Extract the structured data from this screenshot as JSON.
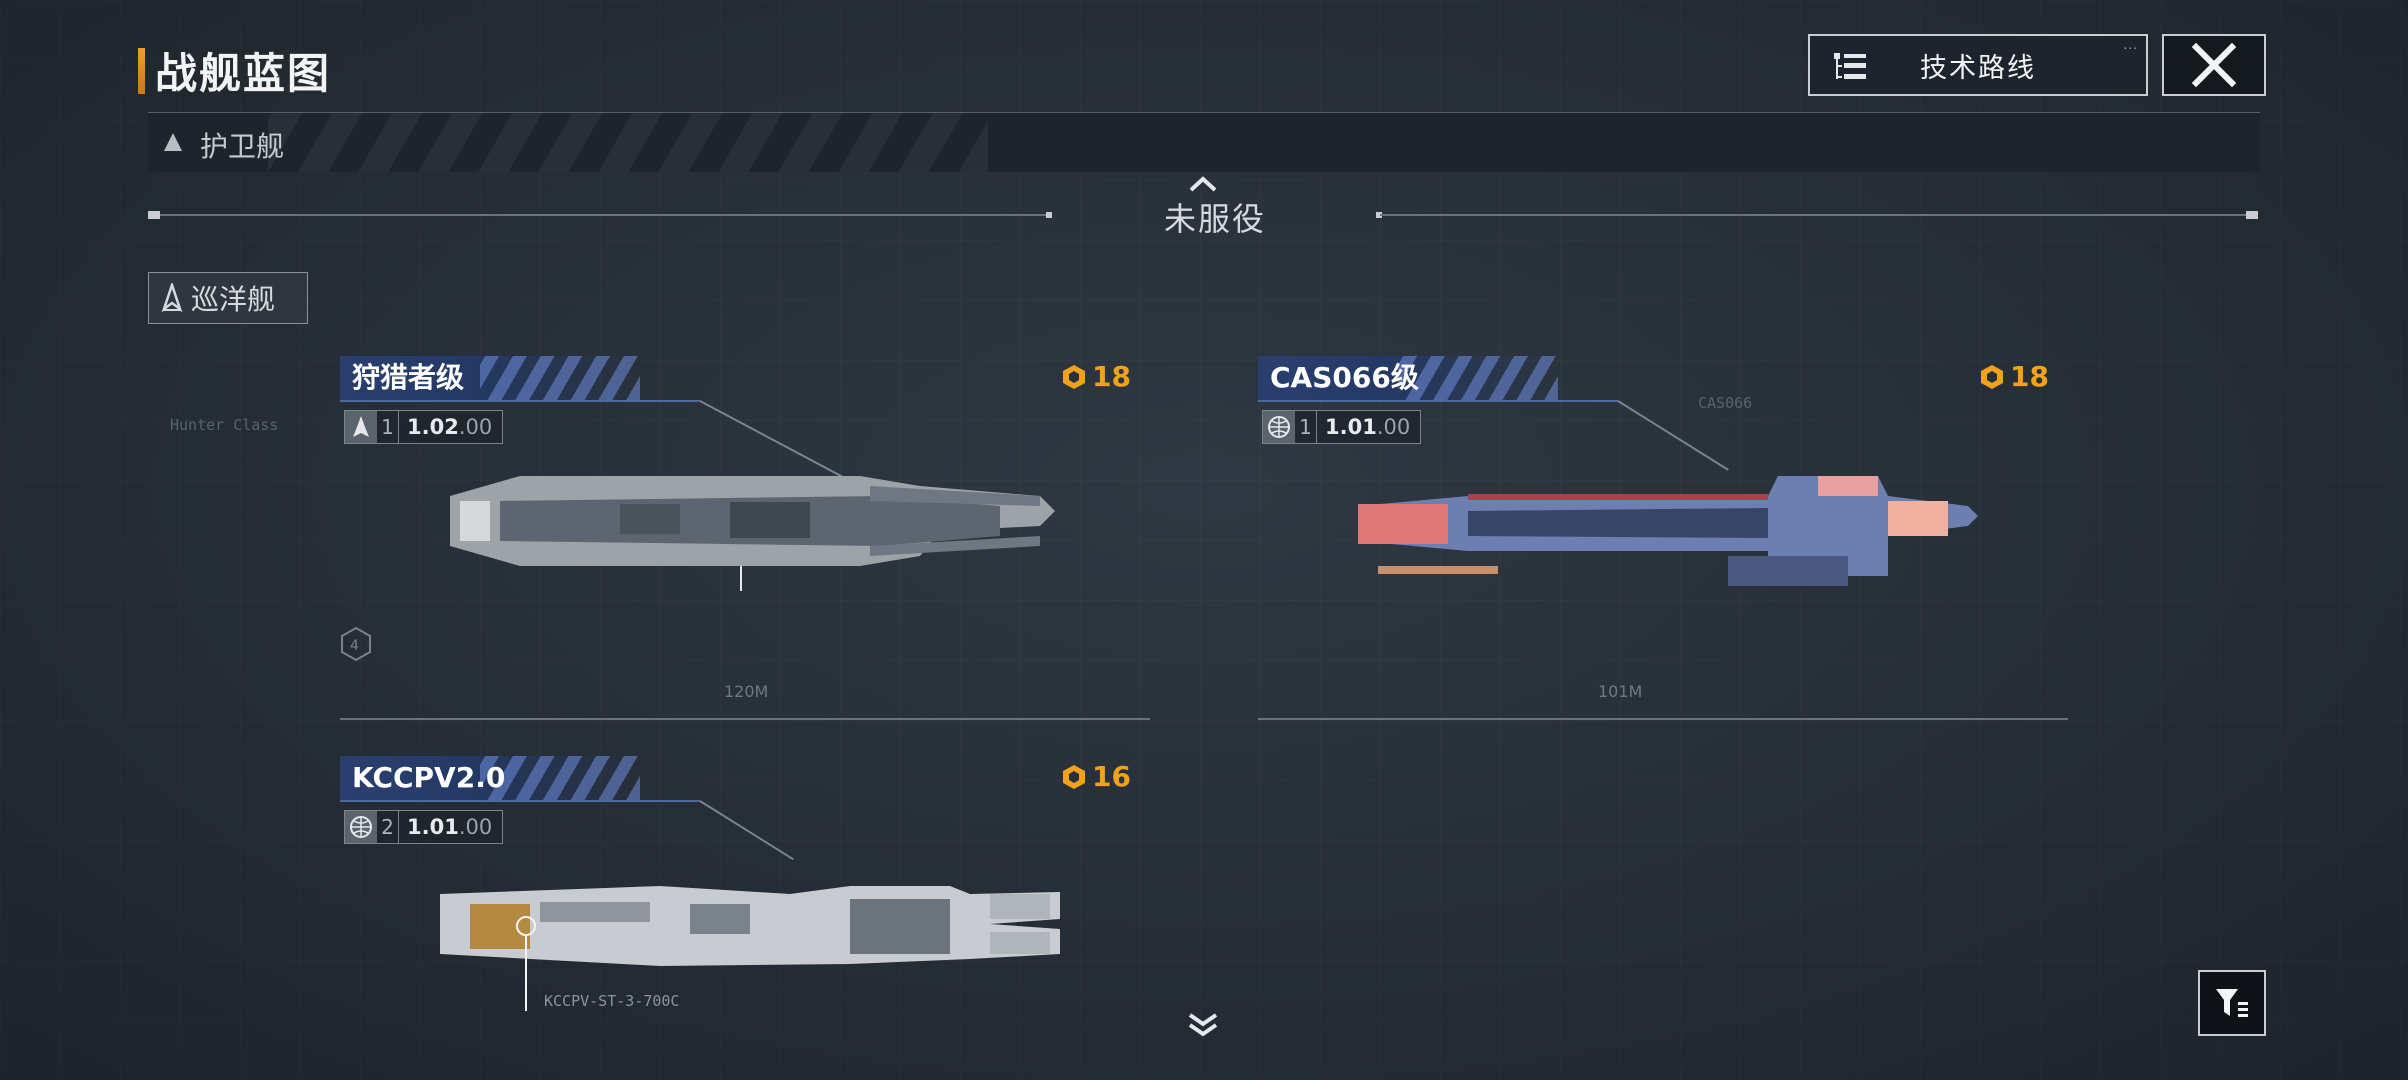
{
  "header": {
    "title": "战舰蓝图",
    "tech_route_label": "技术路线",
    "tech_route_dots": "...",
    "accent_color": "#f0a020"
  },
  "sections": {
    "frigate_label": "护卫舰",
    "status_label": "未服役",
    "cruiser_label": "巡洋舰"
  },
  "ships": [
    {
      "name": "狩猎者级",
      "level": "1",
      "version": "1.02",
      "version_suffix": ".00",
      "type_icon": "ship-silhouette-icon",
      "cost": "18",
      "length_label": "120M",
      "faint_text": "Hunter Class"
    },
    {
      "name": "CAS066级",
      "level": "1",
      "version": "1.01",
      "version_suffix": ".00",
      "type_icon": "globe-icon",
      "cost": "18",
      "length_label": "101M",
      "faint_text": "CAS066"
    },
    {
      "name": "KCCPV2.0",
      "level": "2",
      "version": "1.01",
      "version_suffix": ".00",
      "type_icon": "globe-icon",
      "cost": "16",
      "sub_label": "KCCPV-ST-3-700C"
    }
  ],
  "colors": {
    "cost": "#f0a21c",
    "name_banner": "#2a3f6e",
    "background": "#283039"
  }
}
